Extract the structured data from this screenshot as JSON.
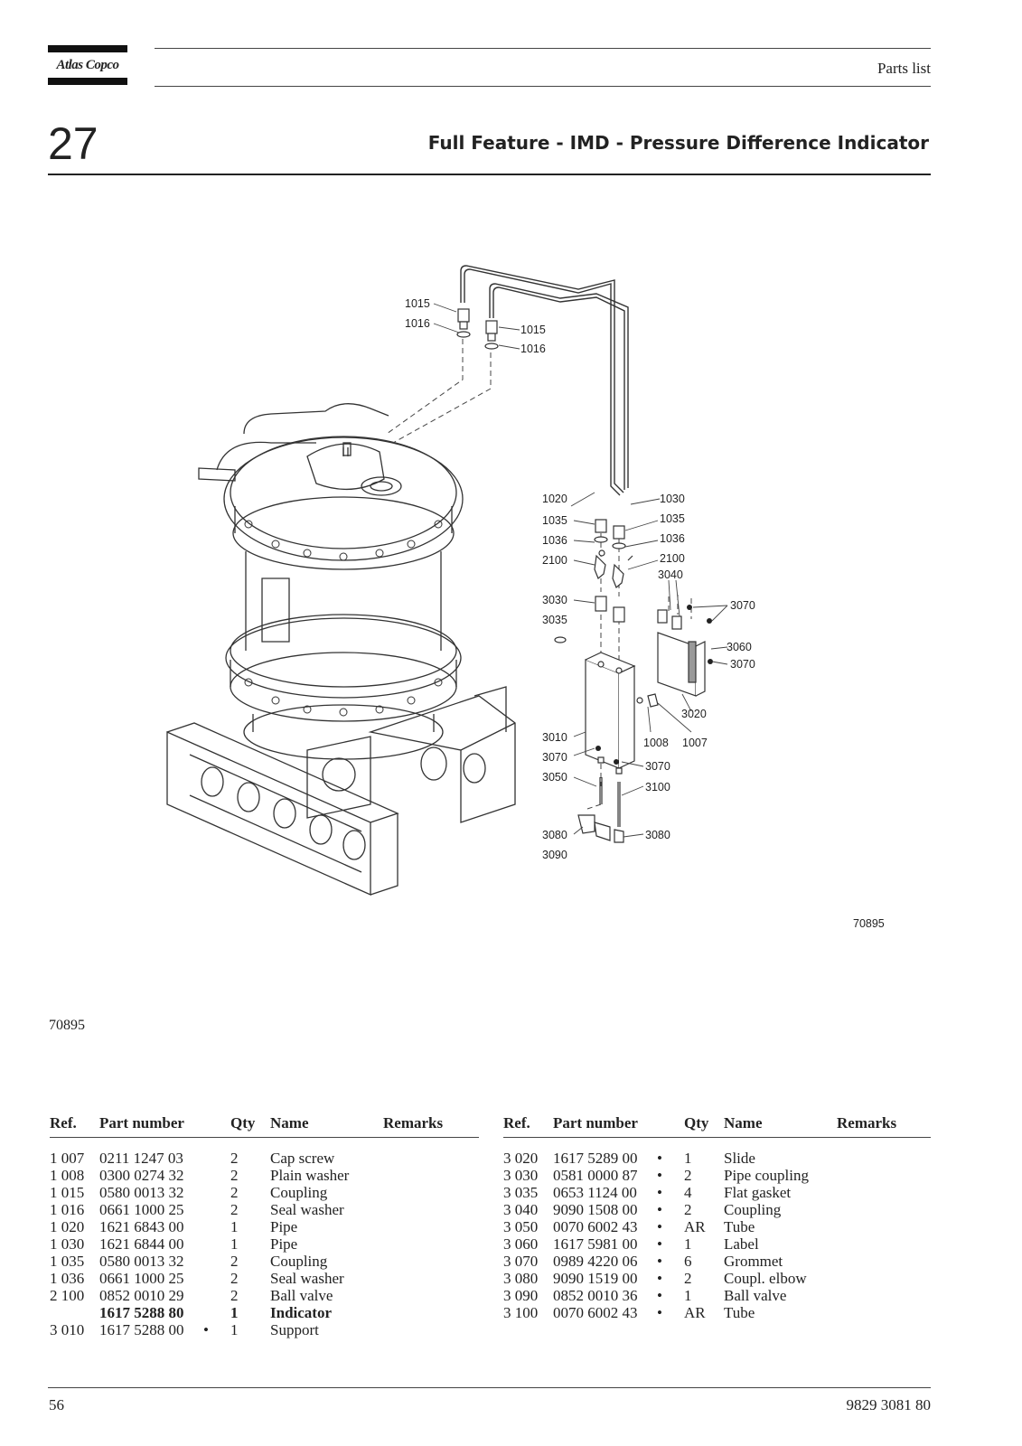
{
  "header": {
    "logo_text": "Atlas Copco",
    "section_label": "Parts list",
    "chapter_number": "27",
    "chapter_title": "Full Feature - IMD - Pressure Difference Indicator"
  },
  "figure": {
    "drawing_number": "70895",
    "figure_id": "70895",
    "callouts": {
      "c1015a": "1015",
      "c1016a": "1016",
      "c1015b": "1015",
      "c1016b": "1016",
      "c1020": "1020",
      "c1030": "1030",
      "c1035a": "1035",
      "c1035b": "1035",
      "c1036a": "1036",
      "c1036b": "1036",
      "c2100a": "2100",
      "c2100b": "2100",
      "c3040": "3040",
      "c3030": "3030",
      "c3035": "3035",
      "c3070a": "3070",
      "c3060": "3060",
      "c3070b": "3070",
      "c3020": "3020",
      "c3010": "3010",
      "c1008": "1008",
      "c1007": "1007",
      "c3070c": "3070",
      "c3070d": "3070",
      "c3050": "3050",
      "c3100": "3100",
      "c3080a": "3080",
      "c3080b": "3080",
      "c3090": "3090"
    }
  },
  "table_headers": {
    "ref": "Ref.",
    "part_number": "Part number",
    "qty": "Qty",
    "name": "Name",
    "remarks": "Remarks"
  },
  "parts_left": [
    {
      "ref": "1 007",
      "part": "0211 1247 03",
      "bullet": "",
      "qty": "2",
      "name": "Cap screw"
    },
    {
      "ref": "1 008",
      "part": "0300 0274 32",
      "bullet": "",
      "qty": "2",
      "name": "Plain washer"
    },
    {
      "ref": "1 015",
      "part": "0580 0013 32",
      "bullet": "",
      "qty": "2",
      "name": "Coupling"
    },
    {
      "ref": "1 016",
      "part": "0661 1000 25",
      "bullet": "",
      "qty": "2",
      "name": "Seal washer"
    },
    {
      "ref": "1 020",
      "part": "1621 6843 00",
      "bullet": "",
      "qty": "1",
      "name": "Pipe"
    },
    {
      "ref": "1 030",
      "part": "1621 6844 00",
      "bullet": "",
      "qty": "1",
      "name": "Pipe"
    },
    {
      "ref": "1 035",
      "part": "0580 0013 32",
      "bullet": "",
      "qty": "2",
      "name": "Coupling"
    },
    {
      "ref": "1 036",
      "part": "0661 1000 25",
      "bullet": "",
      "qty": "2",
      "name": "Seal washer"
    },
    {
      "ref": "2 100",
      "part": "0852 0010 29",
      "bullet": "",
      "qty": "2",
      "name": "Ball valve"
    },
    {
      "ref": "",
      "part": "1617 5288 80",
      "bullet": "",
      "qty": "1",
      "name": "Indicator",
      "bold": true
    },
    {
      "ref": "3 010",
      "part": "1617 5288 00",
      "bullet": "•",
      "qty": "1",
      "name": "Support"
    }
  ],
  "parts_right": [
    {
      "ref": "3 020",
      "part": "1617 5289 00",
      "bullet": "•",
      "qty": "1",
      "name": "Slide"
    },
    {
      "ref": "3 030",
      "part": "0581 0000 87",
      "bullet": "•",
      "qty": "2",
      "name": "Pipe coupling"
    },
    {
      "ref": "3 035",
      "part": "0653 1124 00",
      "bullet": "•",
      "qty": "4",
      "name": "Flat gasket"
    },
    {
      "ref": "3 040",
      "part": "9090 1508 00",
      "bullet": "•",
      "qty": "2",
      "name": "Coupling"
    },
    {
      "ref": "3 050",
      "part": "0070 6002 43",
      "bullet": "•",
      "qty": "AR",
      "name": "Tube"
    },
    {
      "ref": "3 060",
      "part": "1617 5981 00",
      "bullet": "•",
      "qty": "1",
      "name": "Label"
    },
    {
      "ref": "3 070",
      "part": "0989 4220 06",
      "bullet": "•",
      "qty": "6",
      "name": "Grommet"
    },
    {
      "ref": "3 080",
      "part": "9090 1519 00",
      "bullet": "•",
      "qty": "2",
      "name": "Coupl. elbow"
    },
    {
      "ref": "3 090",
      "part": "0852 0010 36",
      "bullet": "•",
      "qty": "1",
      "name": "Ball valve"
    },
    {
      "ref": "3 100",
      "part": "0070 6002 43",
      "bullet": "•",
      "qty": "AR",
      "name": "Tube"
    }
  ],
  "footer": {
    "page_number": "56",
    "document_number": "9829 3081 80"
  }
}
